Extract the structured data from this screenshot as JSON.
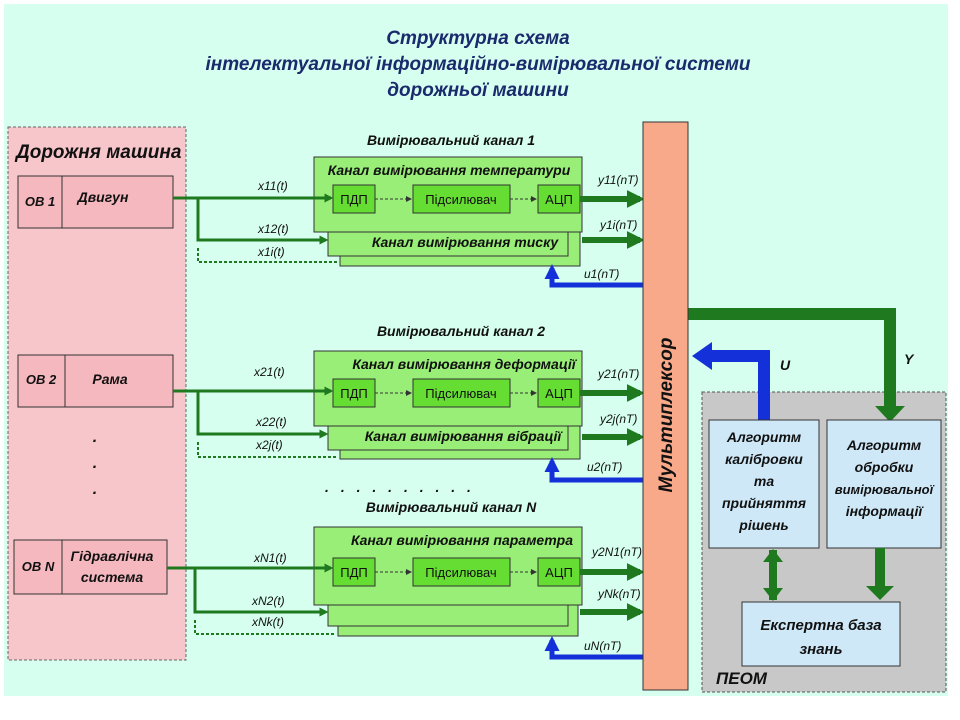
{
  "title": {
    "line1": "Структурна схема",
    "line2": "інтелектуальної інформаційно-вимірювальної системи",
    "line3": "дорожньої машини"
  },
  "machine": {
    "label": "Дорожня машина",
    "objects": [
      {
        "id": "ОВ 1",
        "name": "Двигун"
      },
      {
        "id": "ОВ 2",
        "name": "Рама"
      },
      {
        "id": "ОВ N",
        "name_line1": "Гідравлічна",
        "name_line2": "система"
      }
    ],
    "ellipsis": ".",
    "channel_dots": ". . . . . . . . . ."
  },
  "channels": [
    {
      "title": "Вимірювальний канал 1",
      "main_label": "Канал вимірювання температури",
      "back_label": "Канал вимірювання тиску",
      "blocks": [
        "ПДП",
        "Підсилювач",
        "АЦП"
      ],
      "inputs": [
        "x11(t)",
        "x12(t)",
        "x1i(t)"
      ],
      "outputs": [
        "y11(nT)",
        "y1i(nT)"
      ],
      "feedback": "u1(nT)"
    },
    {
      "title": "Вимірювальний канал 2",
      "main_label": "Канал вимірювання деформації",
      "back_label": "Канал вимірювання вібрації",
      "blocks": [
        "ПДП",
        "Підсилювач",
        "АЦП"
      ],
      "inputs": [
        "x21(t)",
        "x22(t)",
        "x2j(t)"
      ],
      "outputs": [
        "y21(nT)",
        "y2j(nT)"
      ],
      "feedback": "u2(nT)"
    },
    {
      "title": "Вимірювальний канал N",
      "main_label": "Канал вимірювання параметра",
      "back_label": "",
      "blocks": [
        "ПДП",
        "Підсилювач",
        "АЦП"
      ],
      "inputs": [
        "xN1(t)",
        "xN2(t)",
        "xNk(t)"
      ],
      "outputs": [
        "y2N1(nT)",
        "yNk(nT)"
      ],
      "feedback": "uN(nT)"
    }
  ],
  "multiplexer": {
    "label": "Мультиплексор"
  },
  "signals": {
    "U": "U",
    "Y": "Y"
  },
  "peom": {
    "label": "ПЕОМ",
    "calibration": [
      "Алгоритм",
      "калібровки",
      "та",
      "прийняття",
      "рішень"
    ],
    "processing": [
      "Алгоритм",
      "обробки",
      "вимірювальної",
      "інформації"
    ],
    "knowledge": [
      "Експертна база",
      "знань"
    ]
  },
  "colors": {
    "background": "#d6fff0",
    "machine": "#f7c6cb",
    "channel": "#99ee77",
    "inner_block": "#66dd33",
    "multiplexer": "#f7a98a",
    "peom": "#c8c8c8",
    "algo": "#cfe8f8",
    "arrow_green": "#1f7a1f",
    "arrow_blue": "#1430d8"
  }
}
